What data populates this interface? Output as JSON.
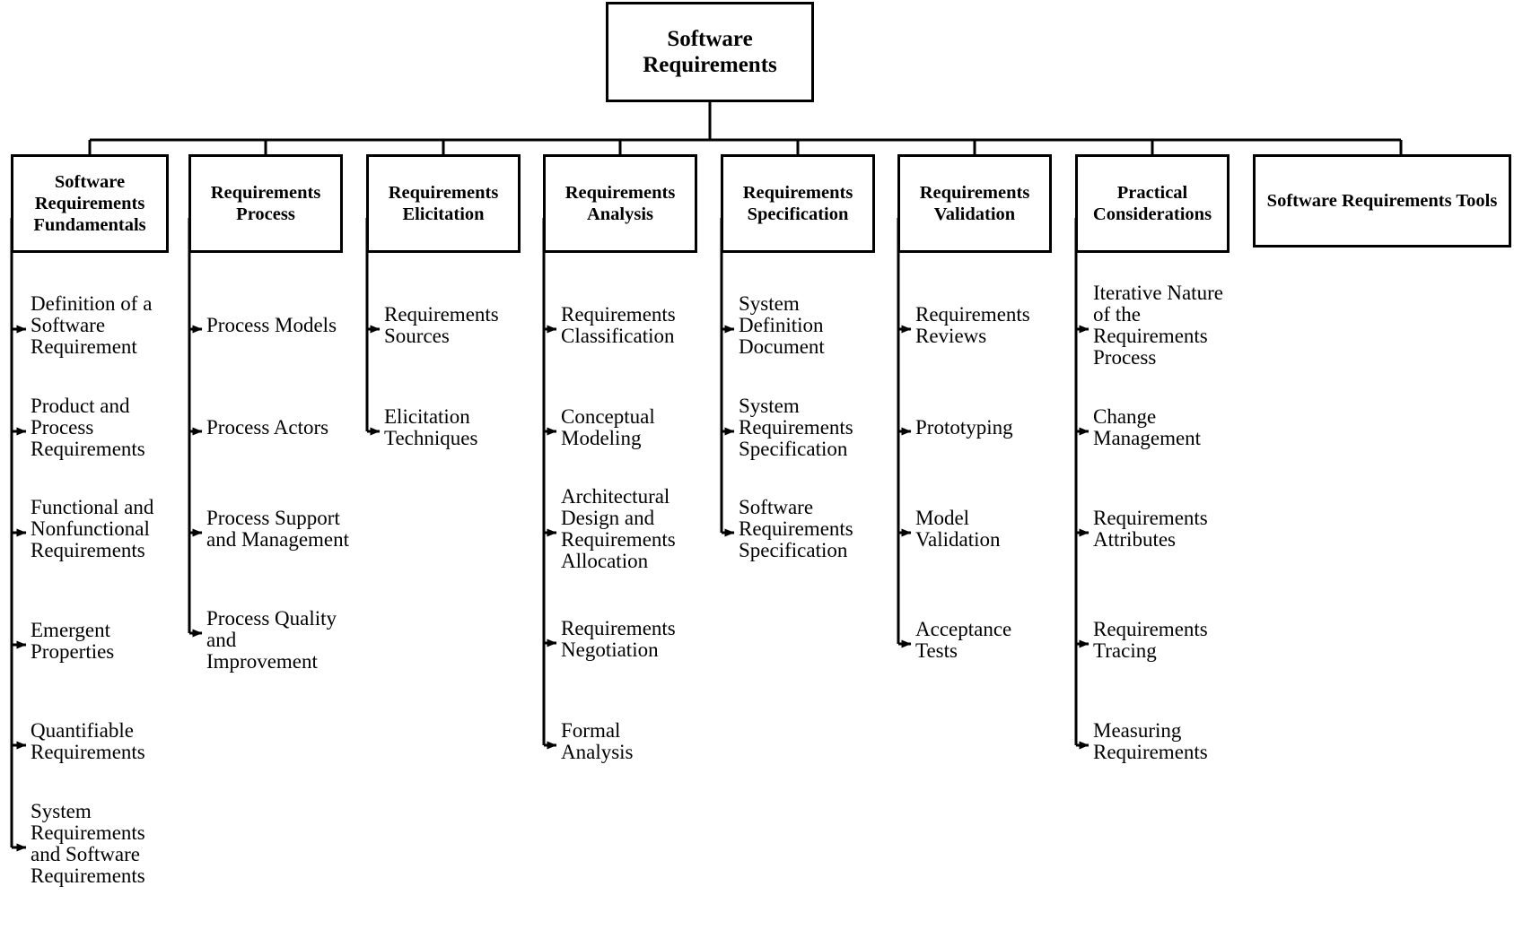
{
  "diagram": {
    "title": "Software Requirements",
    "type": "hierarchy-tree",
    "colors": {
      "line": "#000000",
      "box_border": "#000000",
      "background": "#ffffff",
      "text": "#000000"
    },
    "root": {
      "label": "Software Requirements"
    },
    "branches": [
      {
        "label": "Software Requirements Fundamentals",
        "items": [
          "Definition of a\nSoftware\nRequirement",
          "Product and\nProcess\nRequirements",
          "Functional and\nNonfunctional\nRequirements",
          "Emergent\nProperties",
          "Quantifiable\nRequirements",
          "System\nRequirements\nand Software\nRequirements"
        ]
      },
      {
        "label": "Requirements Process",
        "items": [
          "Process Models",
          "Process Actors",
          "Process Support\nand Management",
          "Process Quality\nand Improvement"
        ]
      },
      {
        "label": "Requirements Elicitation",
        "items": [
          "Requirements\nSources",
          "Elicitation\nTechniques"
        ]
      },
      {
        "label": "Requirements Analysis",
        "items": [
          "Requirements\nClassification",
          "Conceptual\nModeling",
          "Architectural\nDesign and\nRequirements\nAllocation",
          "Requirements\nNegotiation",
          "Formal\nAnalysis"
        ]
      },
      {
        "label": "Requirements Specification",
        "items": [
          "System\nDefinition\nDocument",
          "System\nRequirements\nSpecification",
          "Software\nRequirements\nSpecification"
        ]
      },
      {
        "label": "Requirements Validation",
        "items": [
          "Requirements\nReviews",
          "Prototyping",
          "Model\nValidation",
          "Acceptance\nTests"
        ]
      },
      {
        "label": "Practical Considerations",
        "items": [
          "Iterative Nature\nof the\nRequirements\nProcess",
          "Change\nManagement",
          "Requirements\nAttributes",
          "Requirements\nTracing",
          "Measuring\nRequirements"
        ]
      },
      {
        "label": "Software Requirements Tools",
        "items": []
      }
    ]
  }
}
